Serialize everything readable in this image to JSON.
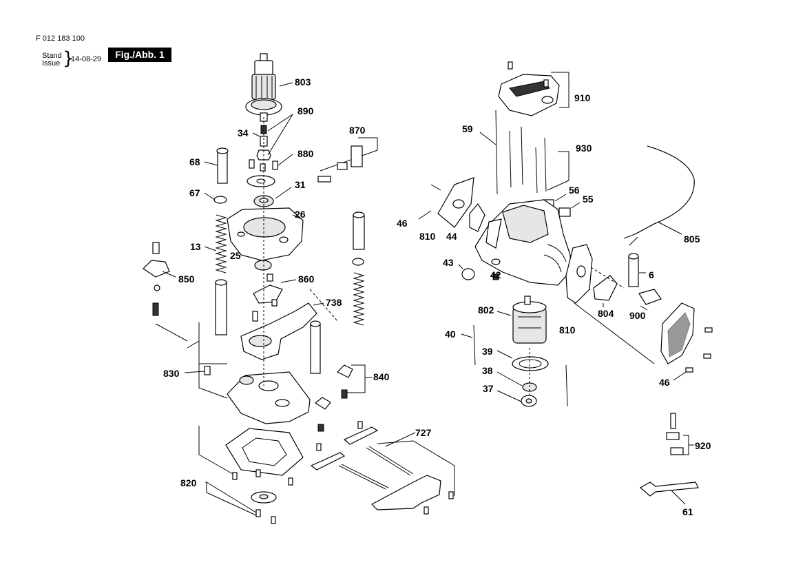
{
  "header": {
    "doc_number": "F 012 183 100",
    "stand_label": "Stand",
    "issue_label": "Issue",
    "date": "14-08-29",
    "figure_label": "Fig./Abb. 1"
  },
  "part_labels": [
    "803",
    "890",
    "34",
    "880",
    "870",
    "68",
    "31",
    "67",
    "26",
    "13",
    "25",
    "860",
    "738",
    "850",
    "830",
    "840",
    "727",
    "820",
    "910",
    "59",
    "930",
    "56",
    "55",
    "46",
    "810",
    "44",
    "805",
    "43",
    "42",
    "6",
    "802",
    "804",
    "900",
    "40",
    "39",
    "38",
    "37",
    "810",
    "46",
    "920",
    "61"
  ]
}
